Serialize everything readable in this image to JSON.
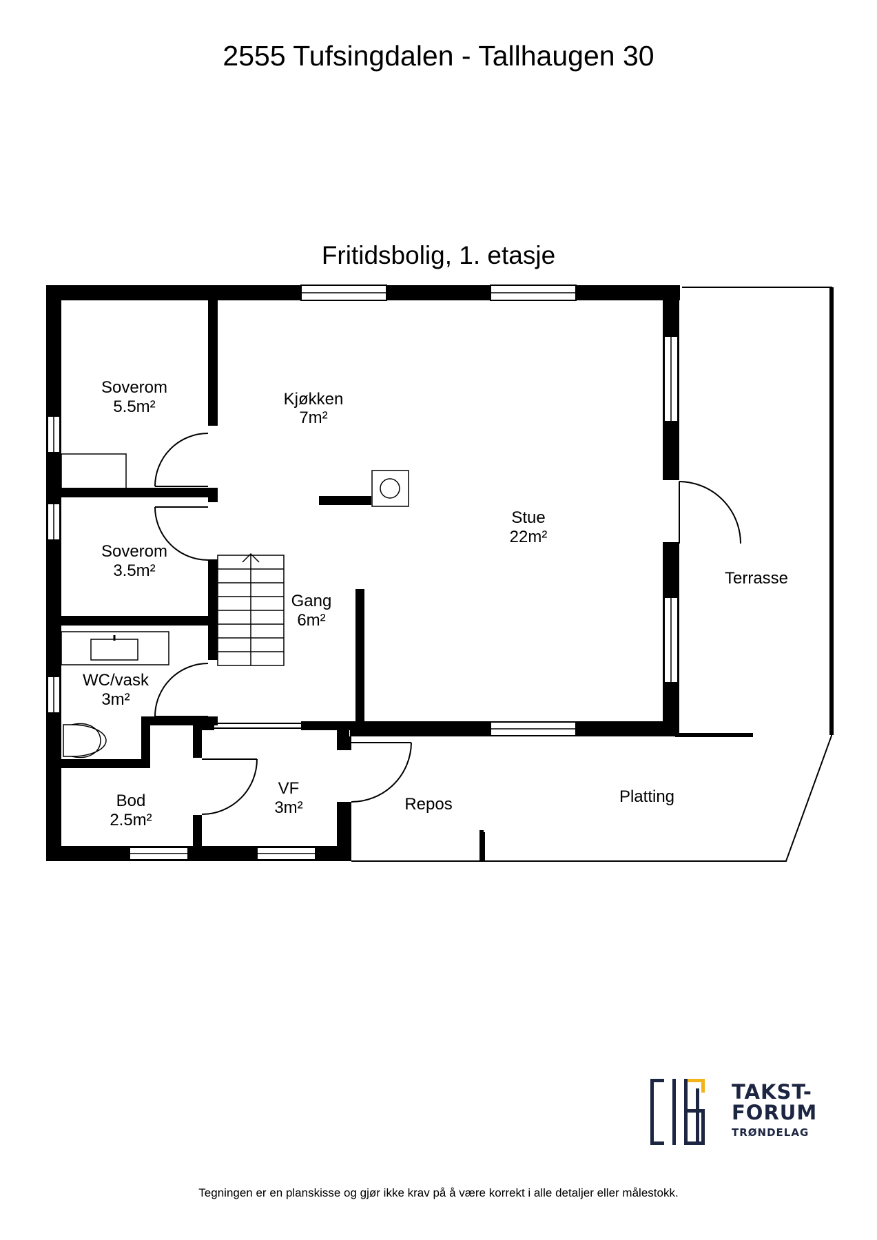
{
  "header": {
    "title": "2555 Tufsingdalen - Tallhaugen 30"
  },
  "plan": {
    "title": "Fritidsbolig, 1. etasje",
    "rooms": [
      {
        "name": "Soverom",
        "area": "5.5m²"
      },
      {
        "name": "Kjøkken",
        "area": "7m²"
      },
      {
        "name": "Soverom",
        "area": "3.5m²"
      },
      {
        "name": "Stue",
        "area": "22m²"
      },
      {
        "name": "Gang",
        "area": "6m²"
      },
      {
        "name": "WC/vask",
        "area": "3m²"
      },
      {
        "name": "Bod",
        "area": "2.5m²"
      },
      {
        "name": "VF",
        "area": "3m²"
      },
      {
        "name": "Terrasse",
        "area": ""
      },
      {
        "name": "Repos",
        "area": ""
      },
      {
        "name": "Platting",
        "area": ""
      }
    ]
  },
  "logo": {
    "line1": "TAKST-",
    "line2": "FORUM",
    "line3": "TRØNDELAG",
    "color": "#1c2541",
    "accent": "#f2b31b"
  },
  "footer": {
    "disclaimer": "Tegningen er en planskisse og gjør ikke krav på å være korrekt i alle detaljer eller målestokk."
  }
}
